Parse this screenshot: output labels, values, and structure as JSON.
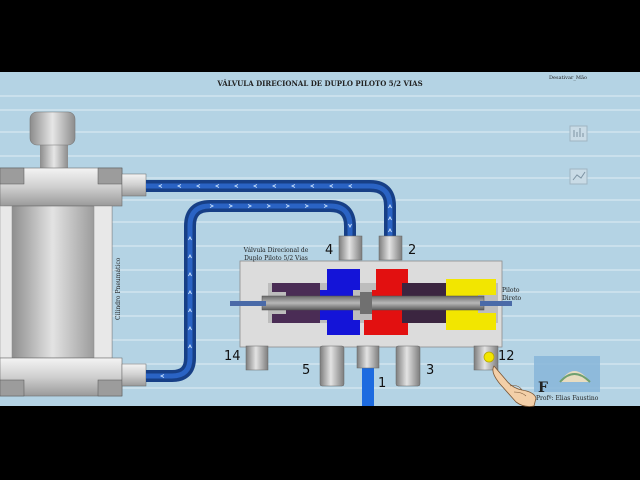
{
  "title": "VÁLVULA DIRECIONAL DE DUPLO PILOTO 5/2 VIAS",
  "corner_button": "Desativar_Mão",
  "cylinder_label": "Cilindro Pneumático",
  "valve_label_line1": "Válvula Direcional de",
  "valve_label_line2": "Duplo Piloto 5/2 Vias",
  "pilot_label_line1": "Piloto",
  "pilot_label_line2": "Direto",
  "ports": {
    "p4": "4",
    "p2": "2",
    "p14": "14",
    "p5": "5",
    "p1": "1",
    "p3": "3",
    "p12": "12"
  },
  "logo_letter": "F",
  "credit": "Profº: Elias Faustino",
  "colors": {
    "background": "#b4d3e4",
    "pipe": "#1f4d9c",
    "supply": "#e01010",
    "exhaust": "#1010e0",
    "pilot": "#f2e600",
    "valve_body": "#dcdcdc",
    "cylinder_body": "#d6d6d6"
  }
}
